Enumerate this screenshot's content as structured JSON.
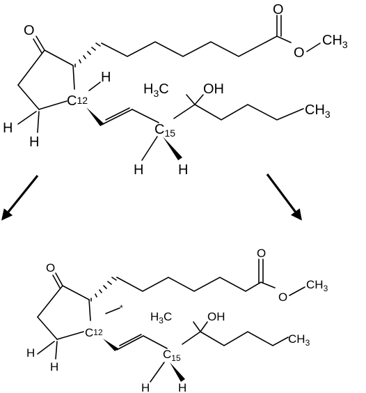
{
  "scheme": {
    "top_molecule": {
      "ketone_o": "O",
      "ester_o_double": "O",
      "ester_o_single": "O",
      "ester_methyl": "CH",
      "ester_methyl_sub": "3",
      "c12_label": "C",
      "c12_sub": "12",
      "c12_h": "H",
      "methyl_group": "H",
      "methyl_group_sub": "3",
      "methyl_group_c": "C",
      "hydroxyl": "OH",
      "chain_end": "CH",
      "chain_end_sub": "3",
      "ring_h_left": "H",
      "ring_h_bottom": "H",
      "c15_label": "C",
      "c15_sub": "15",
      "c15_h_left": "H",
      "c15_h_right": "H"
    },
    "bottom_molecule": {
      "ketone_o": "O",
      "ester_o_double": "O",
      "ester_o_single": "O",
      "ester_methyl": "CH",
      "ester_methyl_sub": "3",
      "c12_label": "C",
      "c12_sub": "12",
      "radical_mark": "*",
      "methyl_group": "H",
      "methyl_group_sub": "3",
      "methyl_group_c": "C",
      "hydroxyl": "OH",
      "chain_end": "CH",
      "chain_end_sub": "3",
      "ring_h_left": "H",
      "ring_h_bottom": "H",
      "c15_label": "C",
      "c15_sub": "15",
      "c15_h_left": "H",
      "c15_h_right": "H"
    }
  }
}
